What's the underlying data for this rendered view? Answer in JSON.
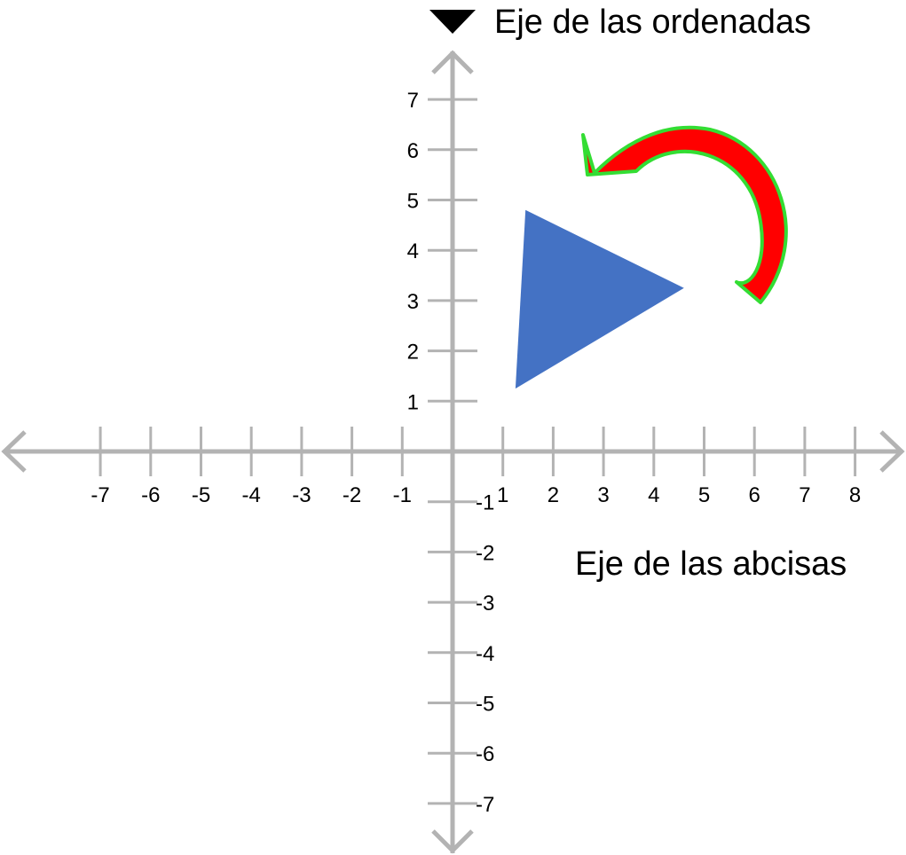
{
  "labels": {
    "y_axis_title": "Eje de las ordenadas",
    "x_axis_title": "Eje de las abcisas"
  },
  "axes": {
    "x_ticks": [
      -7,
      -6,
      -5,
      -4,
      -3,
      -2,
      -1,
      1,
      2,
      3,
      4,
      5,
      6,
      7,
      8
    ],
    "y_ticks": [
      7,
      6,
      5,
      4,
      3,
      2,
      1,
      -1,
      -2,
      -3,
      -4,
      -5,
      -6,
      -7
    ],
    "xlim": [
      -8.9,
      8.9
    ],
    "ylim": [
      -8,
      8.3
    ]
  },
  "shapes": {
    "triangle": {
      "vertices": [
        [
          1.45,
          4.8
        ],
        [
          1.25,
          1.25
        ],
        [
          4.6,
          3.25
        ]
      ],
      "color": "#4472c4"
    }
  },
  "annotations": {
    "rotation_arrow": {
      "direction": "counterclockwise",
      "fill": "#ff0000",
      "stroke": "#33dd33"
    }
  },
  "colors": {
    "axis": "#b3b3b3",
    "marker": "#000000"
  }
}
